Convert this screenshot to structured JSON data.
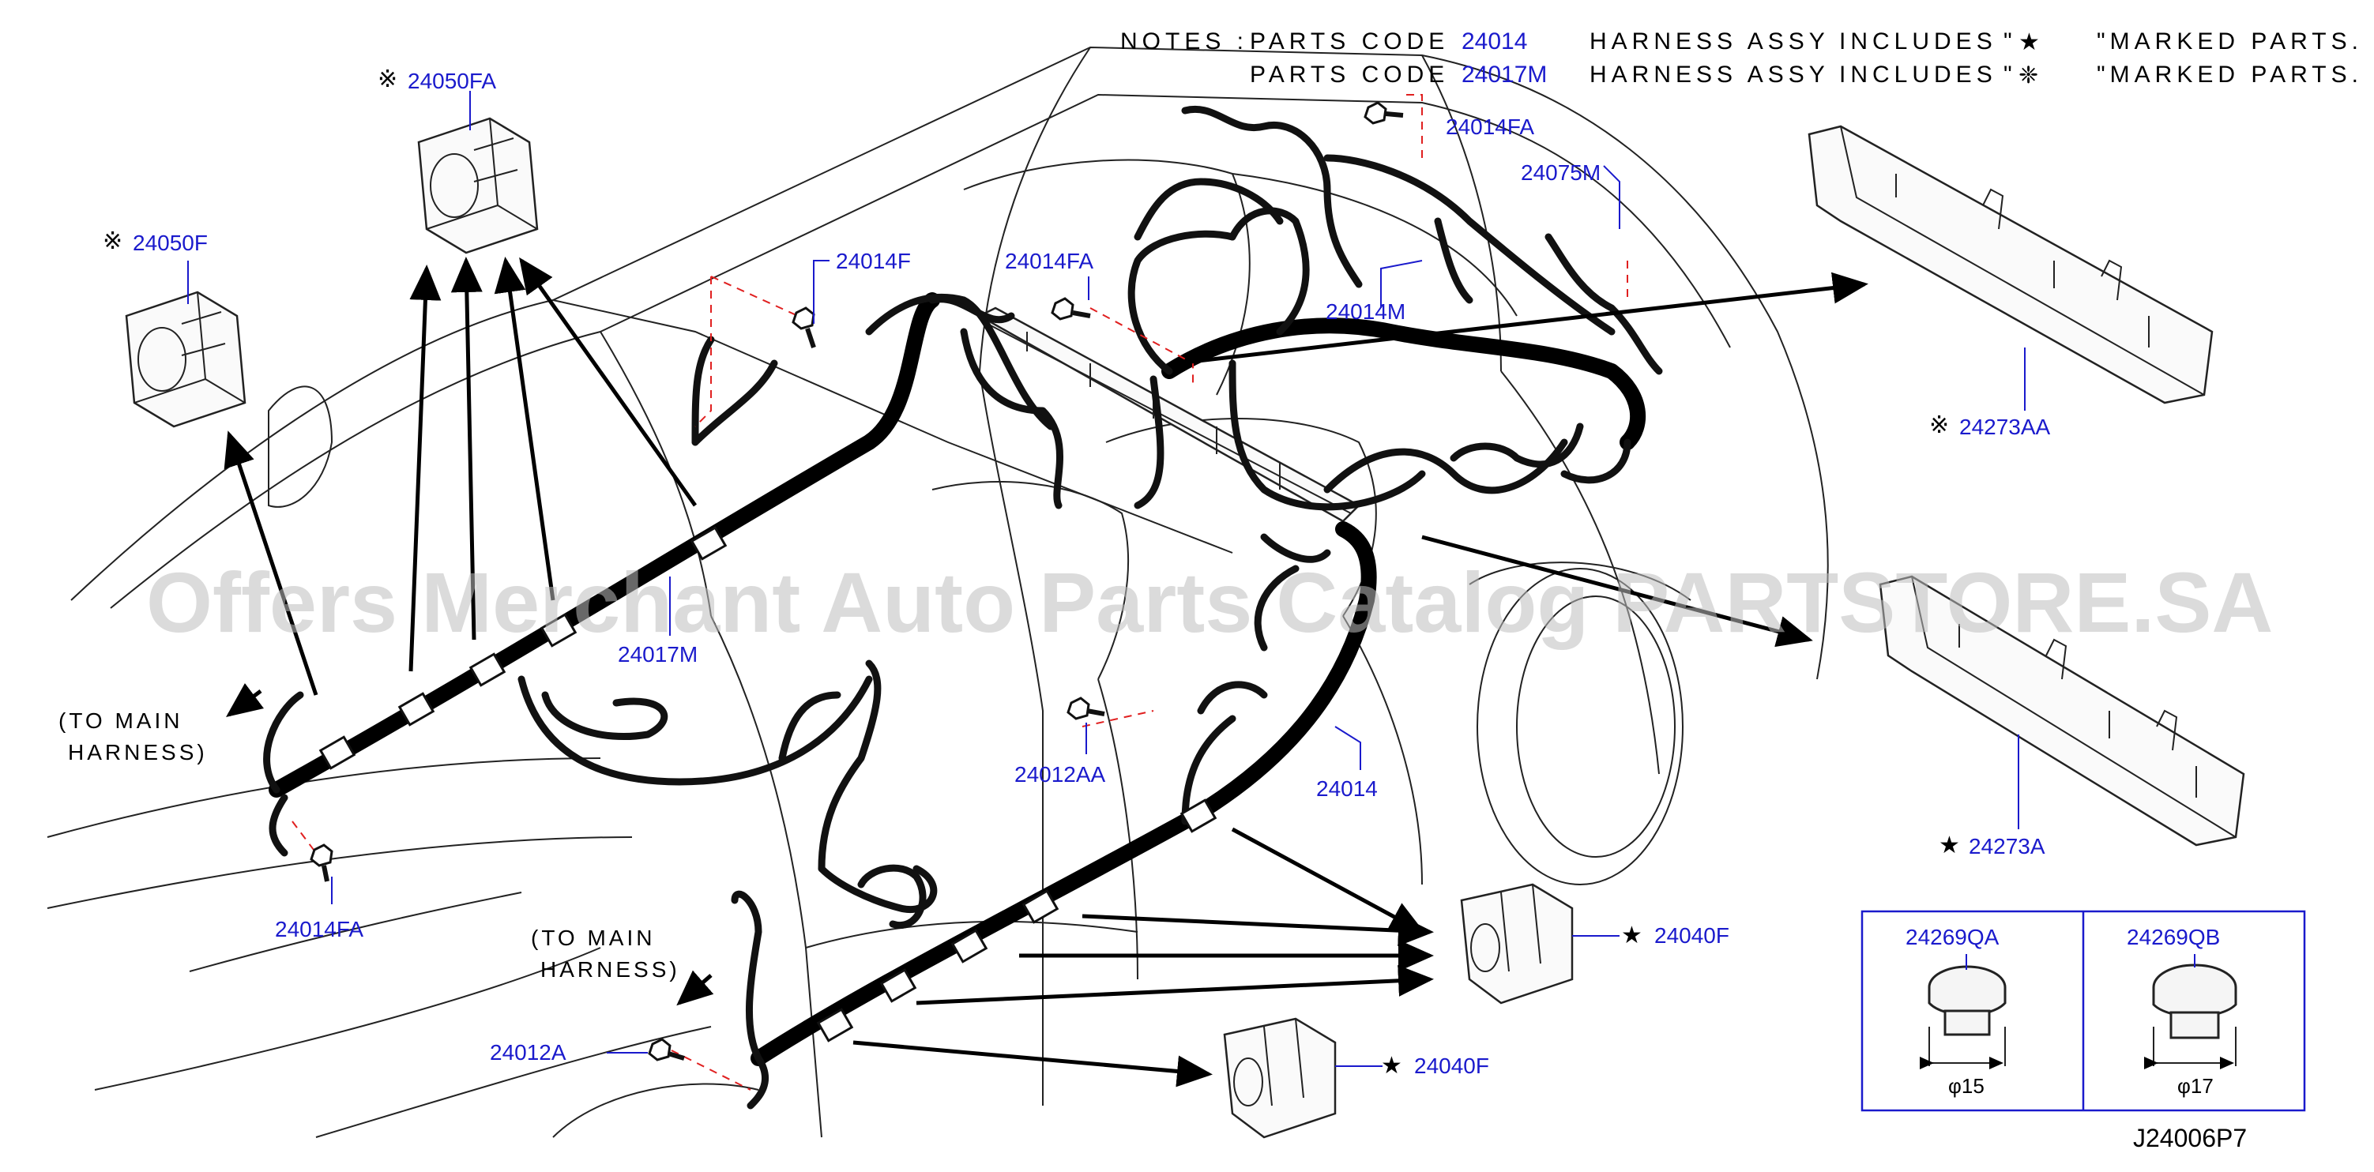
{
  "notes": {
    "prefix": "NOTES :",
    "lines": [
      {
        "parts_code_label": "PARTS CODE",
        "code": "24014",
        "desc": "HARNESS ASSY",
        "includes": "INCLUDES",
        "open_quote": "\"",
        "symbol": "★",
        "close_text": "\"MARKED PARTS."
      },
      {
        "parts_code_label": "PARTS CODE",
        "code": "24017M",
        "desc": "HARNESS ASSY",
        "includes": "INCLUDES",
        "open_quote": "\"",
        "symbol": "❈",
        "close_text": "\"MARKED PARTS."
      }
    ]
  },
  "symbols": {
    "star": "★",
    "asterism": "※"
  },
  "parts": {
    "p24050FA": "24050FA",
    "p24050F": "24050F",
    "p24014F": "24014F",
    "p24014FA_center": "24014FA",
    "p24014FA_top": "24014FA",
    "p24075M": "24075M",
    "p24014M": "24014M",
    "p24273AA": "24273AA",
    "p24017M": "24017M",
    "p24012AA": "24012AA",
    "p24014": "24014",
    "p24273A": "24273A",
    "p24014FA_left": "24014FA",
    "p24040F_upper": "24040F",
    "p24040F_lower": "24040F",
    "p24012A": "24012A",
    "p24269QA": "24269QA",
    "p24269QB": "24269QB"
  },
  "to_main_harness": {
    "line1": "(TO  MAIN",
    "line2": "HARNESS)"
  },
  "grommets": {
    "qa_diameter": "φ15",
    "qb_diameter": "φ17"
  },
  "reference": "J24006P7",
  "watermark": "Offers Merchant Auto Parts Catalog PARTSTORE.SA",
  "colors": {
    "part_code": "#1a1acc",
    "leader_dashed": "#e02020",
    "watermark": "#bdbdbd"
  }
}
